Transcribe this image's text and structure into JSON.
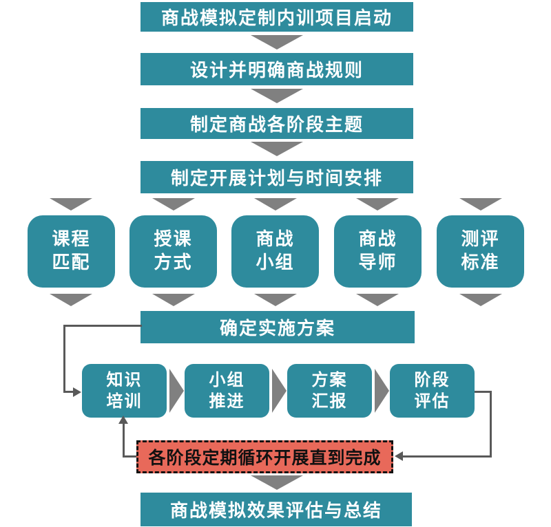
{
  "colors": {
    "node_teal": "#2E8B9D",
    "arrow_gray": "#808080",
    "line_gray": "#595959",
    "loop_fill": "#E8695A",
    "loop_border": "#111111",
    "text_on_teal": "#FFFFFF",
    "text_on_loop": "#111111"
  },
  "chain": {
    "steps": [
      "商战模拟定制内训项目启动",
      "设计并明确商战规则",
      "制定商战各阶段主题",
      "制定开展计划与时间安排"
    ]
  },
  "elements": [
    {
      "line1": "课程",
      "line2": "匹配"
    },
    {
      "line1": "授课",
      "line2": "方式"
    },
    {
      "line1": "商战",
      "line2": "小组"
    },
    {
      "line1": "商战",
      "line2": "导师"
    },
    {
      "line1": "测评",
      "line2": "标准"
    }
  ],
  "plan_label": "确定实施方案",
  "cycle": {
    "steps": [
      {
        "line1": "知识",
        "line2": "培训"
      },
      {
        "line1": "小组",
        "line2": "推进"
      },
      {
        "line1": "方案",
        "line2": "汇报"
      },
      {
        "line1": "阶段",
        "line2": "评估"
      }
    ],
    "loop_label": "各阶段定期循环开展直到完成"
  },
  "end_label": "商战模拟效果评估与总结"
}
